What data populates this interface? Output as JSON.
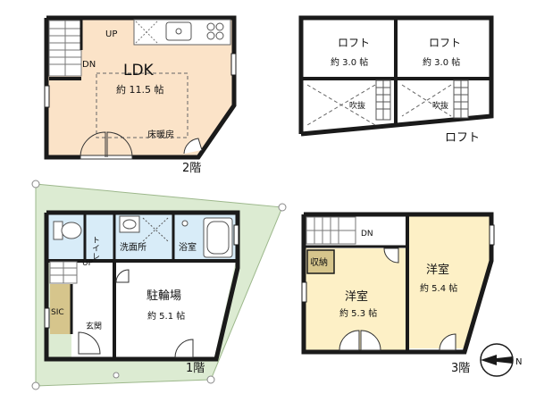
{
  "floor2": {
    "floor_label": "2階",
    "ldk": {
      "name": "LDK",
      "area": "約 11.5 帖"
    },
    "stair_up": "UP",
    "stair_dn": "DN",
    "floor_heating": "床暖房"
  },
  "loft": {
    "floor_label": "ロフト",
    "room_left": {
      "name": "ロフト",
      "area": "約 3.0 帖"
    },
    "room_right": {
      "name": "ロフト",
      "area": "約 3.0 帖"
    },
    "void_left": "吹抜",
    "void_right": "吹抜"
  },
  "floor1": {
    "floor_label": "1階",
    "toilet": "トイレ",
    "washroom": "洗面所",
    "bath": "浴室",
    "stair_up": "UP",
    "sic": "SIC",
    "entrance": "玄関",
    "parking": {
      "name": "駐輪場",
      "area": "約 5.1 帖"
    }
  },
  "floor3": {
    "floor_label": "3階",
    "stair_dn": "DN",
    "storage": "収納",
    "room_left": {
      "name": "洋室",
      "area": "約 5.3 帖"
    },
    "room_right": {
      "name": "洋室",
      "area": "約 5.4 帖"
    }
  },
  "compass": {
    "label": "N"
  },
  "colors": {
    "ldk_fill": "#fbe3c8",
    "bath_fill": "#d8ecf8",
    "room3_fill": "#fdf0c6",
    "yard_fill": "#dcebd2",
    "sic_fill": "#d6c58c",
    "wall": "#1a1a1a"
  }
}
